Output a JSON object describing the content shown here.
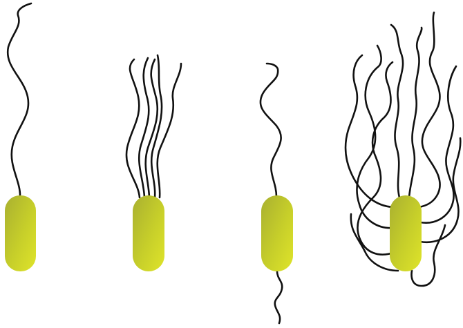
{
  "diagram": {
    "background": "#ffffff",
    "colors": {
      "flagellum": "#111111",
      "cell_light": "#dfe42a",
      "cell_mid": "#c7cf2a",
      "cell_dark": "#a9b030"
    },
    "bacteria": [
      {
        "id": "monotrichous",
        "flagella_count": 1
      },
      {
        "id": "lophotrichous",
        "flagella_count": 5
      },
      {
        "id": "amphitrichous",
        "flagella_count": 2
      },
      {
        "id": "peritrichous",
        "flagella_count": 10
      }
    ]
  }
}
